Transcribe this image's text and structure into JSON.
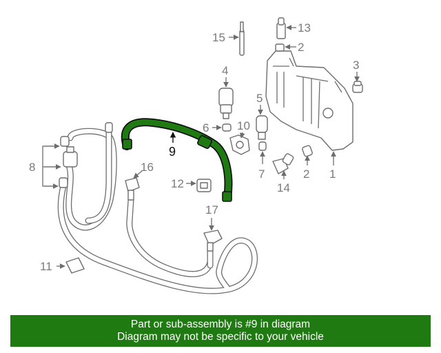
{
  "diagram": {
    "callouts": [
      "1",
      "2",
      "2",
      "3",
      "4",
      "5",
      "6",
      "7",
      "8",
      "9",
      "10",
      "11",
      "12",
      "13",
      "14",
      "15",
      "16",
      "17"
    ],
    "highlight_color": "#1f7a12"
  },
  "banner": {
    "line1": "Part or sub-assembly is #9 in diagram",
    "line2": "Diagram may not be specific to your vehicle",
    "background": "#1f7a12"
  }
}
